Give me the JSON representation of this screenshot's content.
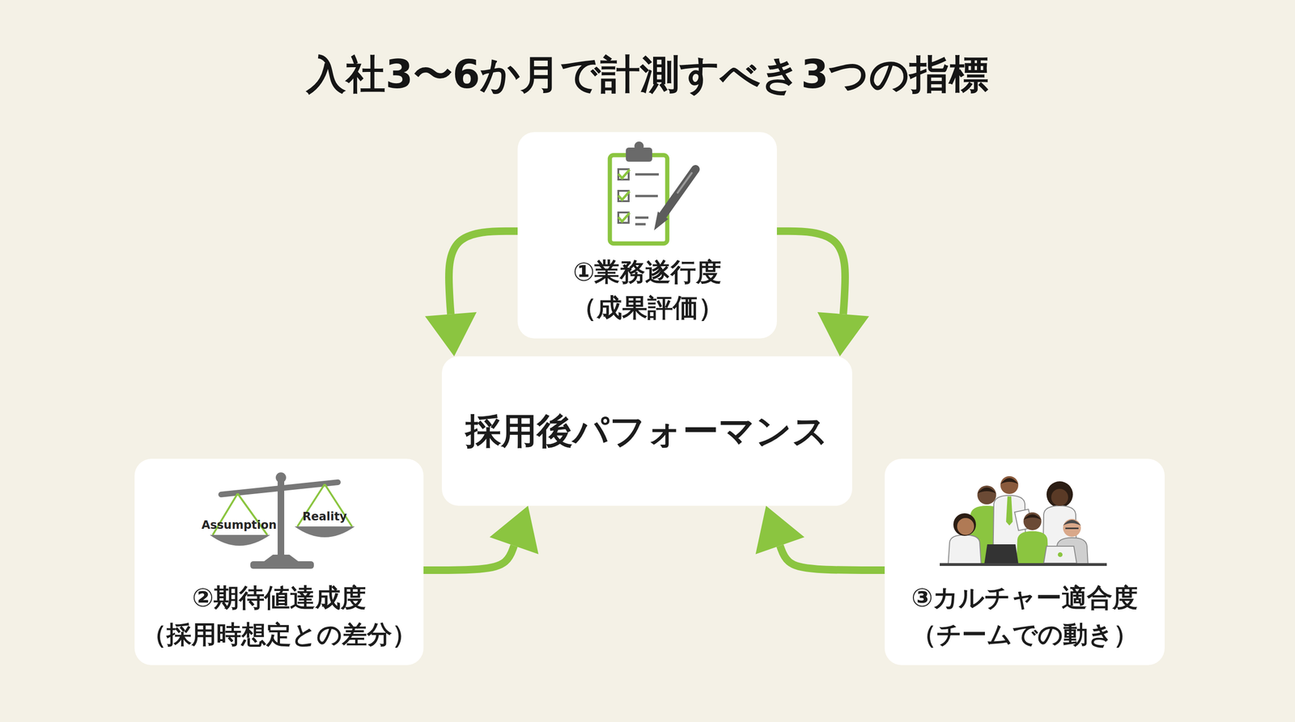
{
  "diagram": {
    "title": "入社3〜6か月で計測すべき3つの指標",
    "nodes": [
      {
        "text": [
          "①業務遂行度",
          "（成果評価）"
        ]
      },
      {
        "text": [
          "採用後パフォーマンス"
        ]
      },
      {
        "text": [
          "②期待値達成度",
          "（採用時想定との差分）"
        ]
      },
      {
        "text": [
          "③カルチャー適合度",
          "（チームでの動き）"
        ]
      }
    ],
    "edges": [
      {
        "from": 0,
        "to": 1,
        "arrow": "to"
      },
      {
        "from": 0,
        "to": 1,
        "arrow": "to"
      },
      {
        "from": 2,
        "to": 1,
        "arrow": "to"
      },
      {
        "from": 3,
        "to": 1,
        "arrow": "to"
      }
    ],
    "labels": [
      "Assumption",
      "Reality"
    ]
  }
}
